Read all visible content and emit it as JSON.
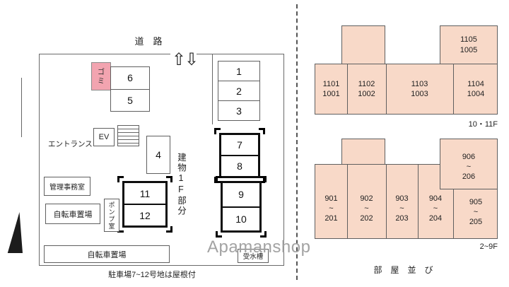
{
  "colors": {
    "room_fill": "#f8d9c8",
    "garbage_fill": "#f2a4b0",
    "watermark_gray": "#a3a3a3"
  },
  "left_plan": {
    "road_label": "道　路",
    "arrow_up_icon": "⇧",
    "arrow_down_icon": "⇩",
    "garbage_label": "ゴミ",
    "spaces": {
      "s1": "1",
      "s2": "2",
      "s3": "3",
      "s4": "4",
      "s5": "5",
      "s6": "6",
      "s7": "7",
      "s8": "8",
      "s9": "9",
      "s10": "10",
      "s11": "11",
      "s12": "12"
    },
    "ev_label": "EV",
    "entrance_label": "エントランス",
    "building_label": "建物1F部分",
    "office_label": "管理事務室",
    "pump_room_label": "ポンプ室",
    "bicycle_parking_label": "自転車置場",
    "bicycle_parking_label_2": "自転車置場",
    "water_tank_label": "受水槽",
    "roof_note": "駐車場7~12号地は屋根付",
    "watermark": "Apamanshop"
  },
  "right_panel": {
    "upper_floor": {
      "floor_label": "10・11F",
      "corner_unit": "1105\n1005",
      "units": [
        "1101\n1001",
        "1102\n1002",
        "1103\n1003",
        "1104\n1004"
      ]
    },
    "lower_floor": {
      "floor_label": "2~9F",
      "corner_unit": "906\n~\n206",
      "units": [
        "901\n~\n201",
        "902\n~\n202",
        "903\n~\n203",
        "904\n~\n204",
        "905\n~\n205"
      ]
    },
    "caption": "部　屋　並　び"
  }
}
